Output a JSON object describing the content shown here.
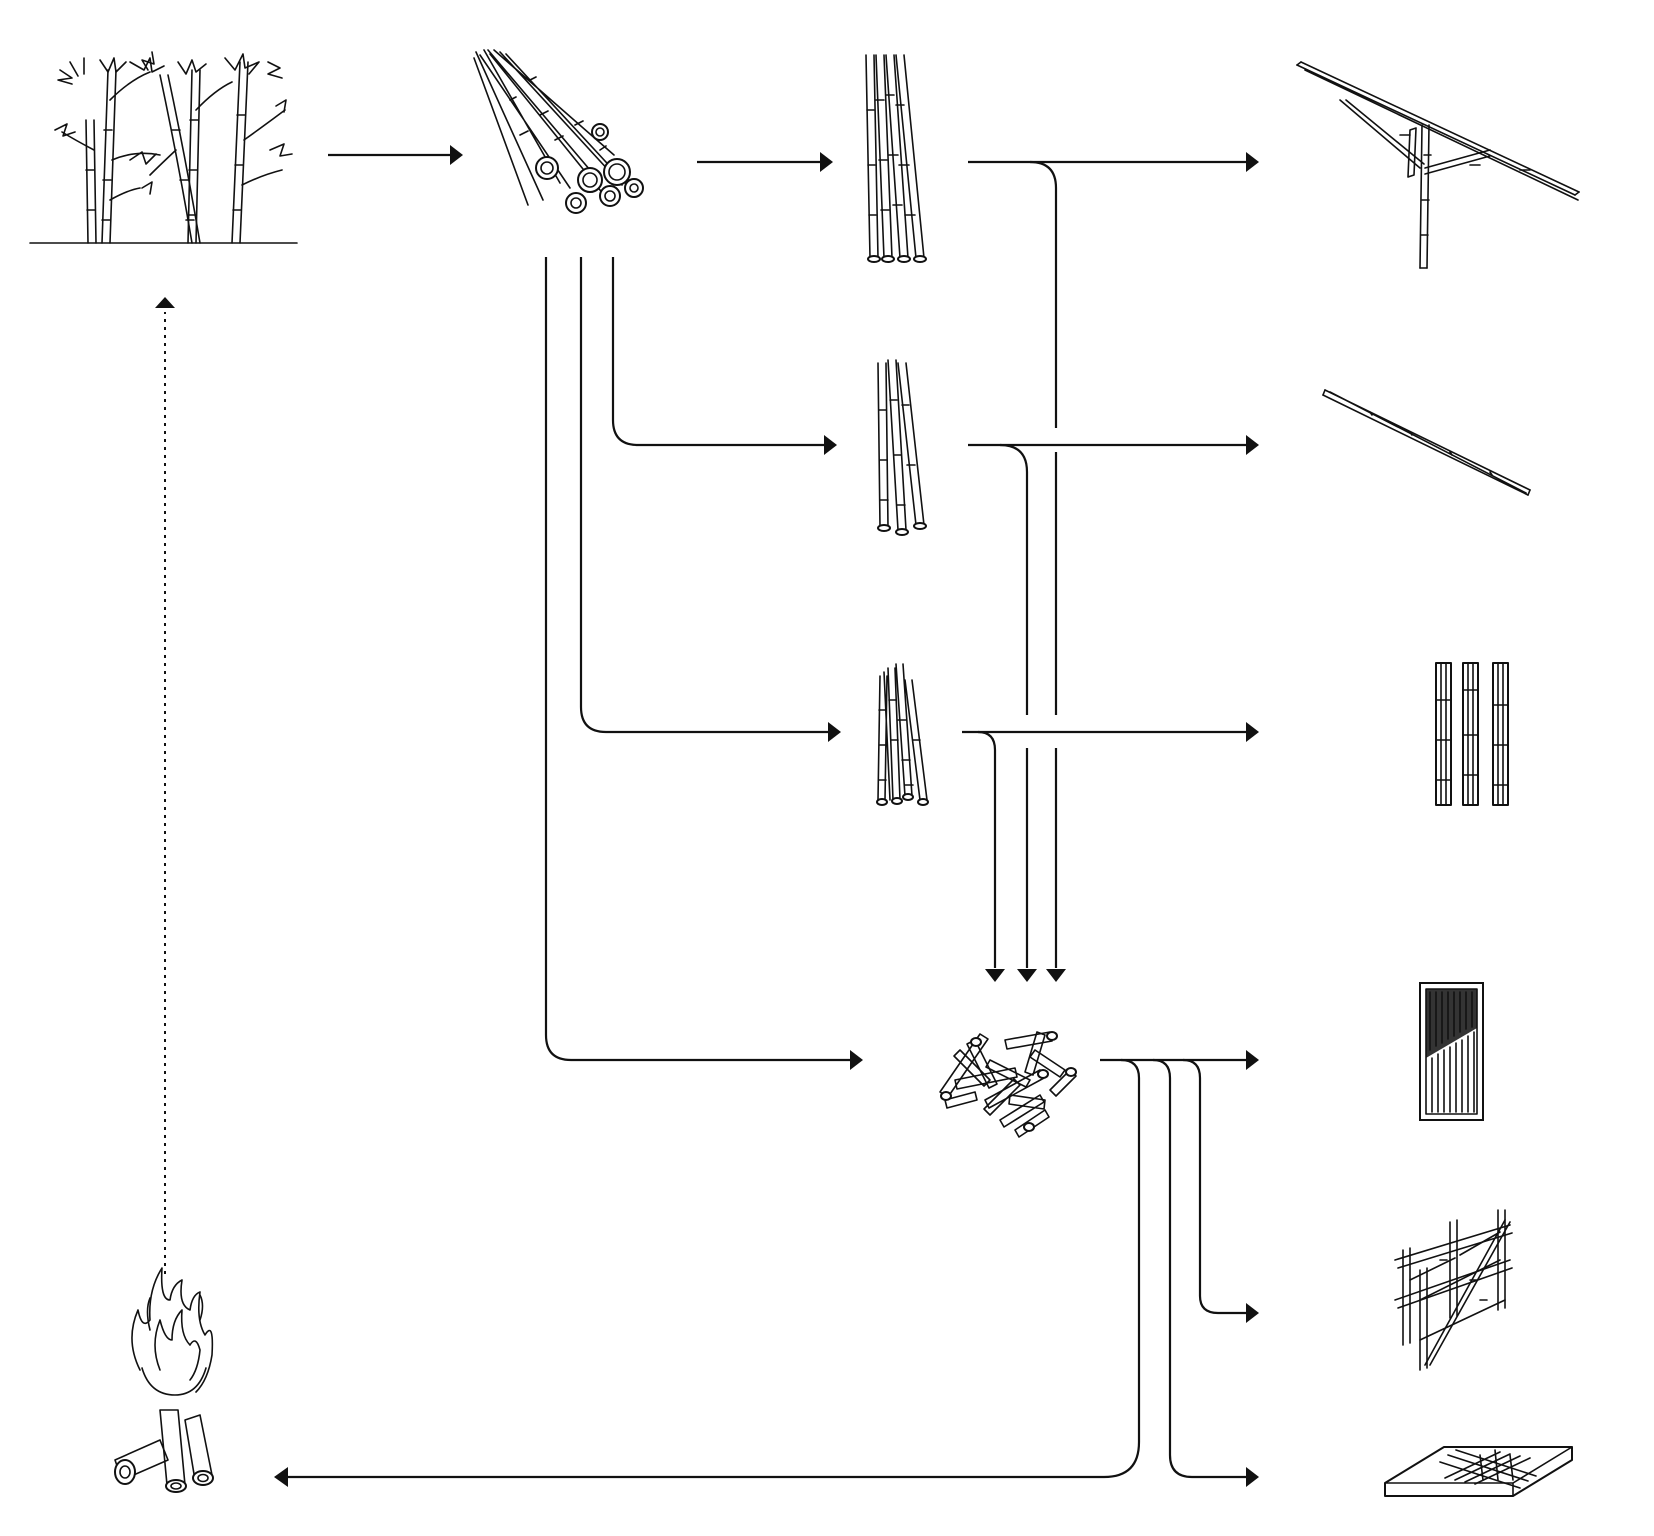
{
  "diagram": {
    "type": "flow-diagram",
    "text": [],
    "nodes": [
      {
        "id": "bamboo-grove",
        "icon": "bamboo-grove-icon"
      },
      {
        "id": "harvested-culms",
        "icon": "bamboo-culm-bundle-icon"
      },
      {
        "id": "full-length-poles",
        "icon": "full-length-poles-icon"
      },
      {
        "id": "medium-poles",
        "icon": "medium-poles-icon"
      },
      {
        "id": "short-poles",
        "icon": "short-poles-icon"
      },
      {
        "id": "offcut-pieces",
        "icon": "bamboo-offcuts-pile-icon"
      },
      {
        "id": "roof-truss",
        "icon": "roof-truss-icon"
      },
      {
        "id": "beam",
        "icon": "bamboo-beam-icon"
      },
      {
        "id": "split-columns",
        "icon": "split-bamboo-columns-icon"
      },
      {
        "id": "woven-panel",
        "icon": "woven-panel-icon"
      },
      {
        "id": "scaffold-frame",
        "icon": "scaffold-frame-icon"
      },
      {
        "id": "floor-mesh",
        "icon": "reinforced-slab-icon"
      },
      {
        "id": "burning",
        "icon": "campfire-icon"
      }
    ],
    "edges": [
      {
        "from": "bamboo-grove",
        "to": "harvested-culms",
        "style": "solid"
      },
      {
        "from": "harvested-culms",
        "to": "full-length-poles",
        "style": "solid"
      },
      {
        "from": "harvested-culms",
        "to": "medium-poles",
        "style": "solid"
      },
      {
        "from": "harvested-culms",
        "to": "short-poles",
        "style": "solid"
      },
      {
        "from": "harvested-culms",
        "to": "offcut-pieces",
        "style": "solid"
      },
      {
        "from": "full-length-poles",
        "to": "roof-truss",
        "style": "solid"
      },
      {
        "from": "full-length-poles",
        "to": "offcut-pieces",
        "style": "solid"
      },
      {
        "from": "medium-poles",
        "to": "beam",
        "style": "solid"
      },
      {
        "from": "medium-poles",
        "to": "offcut-pieces",
        "style": "solid"
      },
      {
        "from": "short-poles",
        "to": "split-columns",
        "style": "solid"
      },
      {
        "from": "short-poles",
        "to": "offcut-pieces",
        "style": "solid"
      },
      {
        "from": "offcut-pieces",
        "to": "woven-panel",
        "style": "solid"
      },
      {
        "from": "offcut-pieces",
        "to": "scaffold-frame",
        "style": "solid"
      },
      {
        "from": "offcut-pieces",
        "to": "floor-mesh",
        "style": "solid"
      },
      {
        "from": "offcut-pieces",
        "to": "burning",
        "style": "solid"
      },
      {
        "from": "burning",
        "to": "bamboo-grove",
        "style": "dotted"
      }
    ],
    "colors": {
      "stroke": "#111111",
      "background": "#ffffff"
    }
  }
}
